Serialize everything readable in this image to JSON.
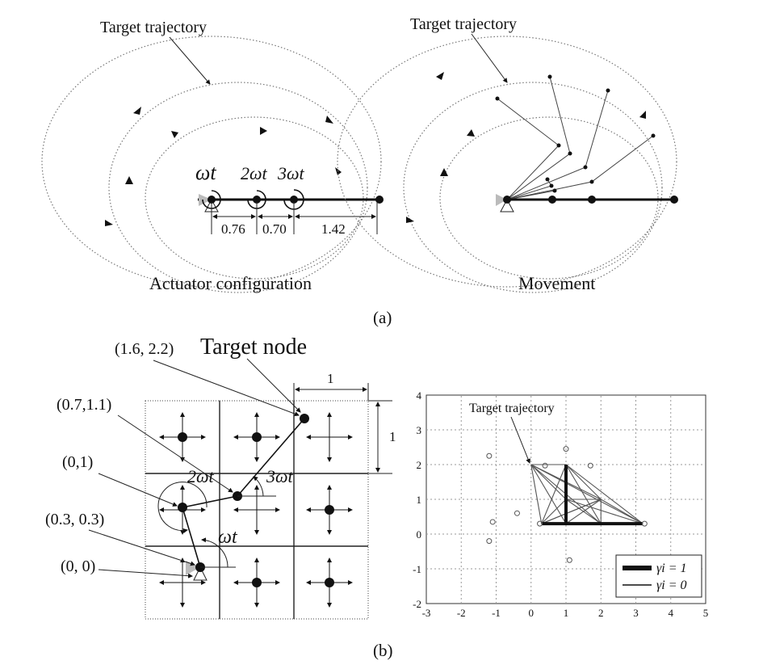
{
  "panel_a": {
    "left": {
      "target_label": "Target trajectory",
      "omega_labels": [
        "ωt",
        "2ωt",
        "3ωt"
      ],
      "dimensions": [
        "0.76",
        "0.70",
        "1.42"
      ],
      "caption": "Actuator configuration"
    },
    "right": {
      "target_label": "Target trajectory",
      "caption": "Movement"
    },
    "label": "(a)"
  },
  "panel_b": {
    "target_node_label": "Target node",
    "coordinates": [
      "(1.6, 2.2)",
      "(0.7,1.1)",
      "(0,1)",
      "(0.3, 0.3)",
      "(0, 0)"
    ],
    "omega_labels": [
      "2ωt",
      "3ωt",
      "ωt"
    ],
    "cell_dims": [
      "1",
      "1"
    ],
    "label": "(b)"
  },
  "chart_data": {
    "type": "scatter",
    "title": "",
    "xlabel": "",
    "ylabel": "",
    "annotation": "Target trajectory",
    "xlim": [
      -3,
      5
    ],
    "ylim": [
      -2,
      4
    ],
    "x_ticks": [
      "-3",
      "-2",
      "-1",
      "0",
      "1",
      "2",
      "3",
      "4",
      "5"
    ],
    "y_ticks": [
      "-2",
      "-1",
      "0",
      "1",
      "2",
      "3",
      "4"
    ],
    "grid": true,
    "legend_position": "bottom-right",
    "legend": [
      {
        "label": "γi = 1",
        "style": "thick"
      },
      {
        "label": "γi = 0",
        "style": "thin"
      }
    ],
    "nodes": [
      {
        "x": 0,
        "y": 2
      },
      {
        "x": 1,
        "y": 2
      },
      {
        "x": 0.3,
        "y": 0.3
      },
      {
        "x": 1,
        "y": 1
      },
      {
        "x": 2,
        "y": 1
      },
      {
        "x": 1,
        "y": 0.3
      },
      {
        "x": 2,
        "y": 0.3
      },
      {
        "x": 3.2,
        "y": 0.3
      }
    ],
    "circles": [
      {
        "x": -1.2,
        "y": 2.25
      },
      {
        "x": -0.4,
        "y": 0.6
      },
      {
        "x": -1.1,
        "y": 0.35
      },
      {
        "x": -1.2,
        "y": -0.2
      },
      {
        "x": 0.4,
        "y": 1.97
      },
      {
        "x": 1.0,
        "y": 2.45
      },
      {
        "x": 1.7,
        "y": 1.97
      },
      {
        "x": 1.1,
        "y": -0.75
      },
      {
        "x": 0.25,
        "y": 0.3
      },
      {
        "x": 3.25,
        "y": 0.3
      }
    ],
    "thick_edges": [
      [
        0.3,
        0.3,
        3.2,
        0.3
      ],
      [
        1,
        2,
        1,
        0.3
      ]
    ],
    "thin_edges": [
      [
        0,
        2,
        1,
        2
      ],
      [
        0,
        2,
        0.3,
        0.3
      ],
      [
        0,
        2,
        1,
        1
      ],
      [
        0,
        2,
        2,
        1
      ],
      [
        0,
        2,
        1,
        0.3
      ],
      [
        0,
        2,
        2,
        0.3
      ],
      [
        0,
        2,
        3.2,
        0.3
      ],
      [
        1,
        2,
        0.3,
        0.3
      ],
      [
        1,
        2,
        2,
        1
      ],
      [
        1,
        2,
        2,
        0.3
      ],
      [
        1,
        2,
        3.2,
        0.3
      ],
      [
        1,
        2,
        1,
        1
      ],
      [
        1,
        1,
        2,
        1
      ],
      [
        1,
        1,
        0.3,
        0.3
      ],
      [
        1,
        1,
        2,
        0.3
      ],
      [
        1,
        1,
        3.2,
        0.3
      ],
      [
        2,
        1,
        0.3,
        0.3
      ],
      [
        2,
        1,
        1,
        0.3
      ],
      [
        2,
        1,
        3.2,
        0.3
      ],
      [
        2,
        1,
        2,
        0.3
      ],
      [
        0.3,
        0.3,
        2,
        1
      ]
    ]
  }
}
